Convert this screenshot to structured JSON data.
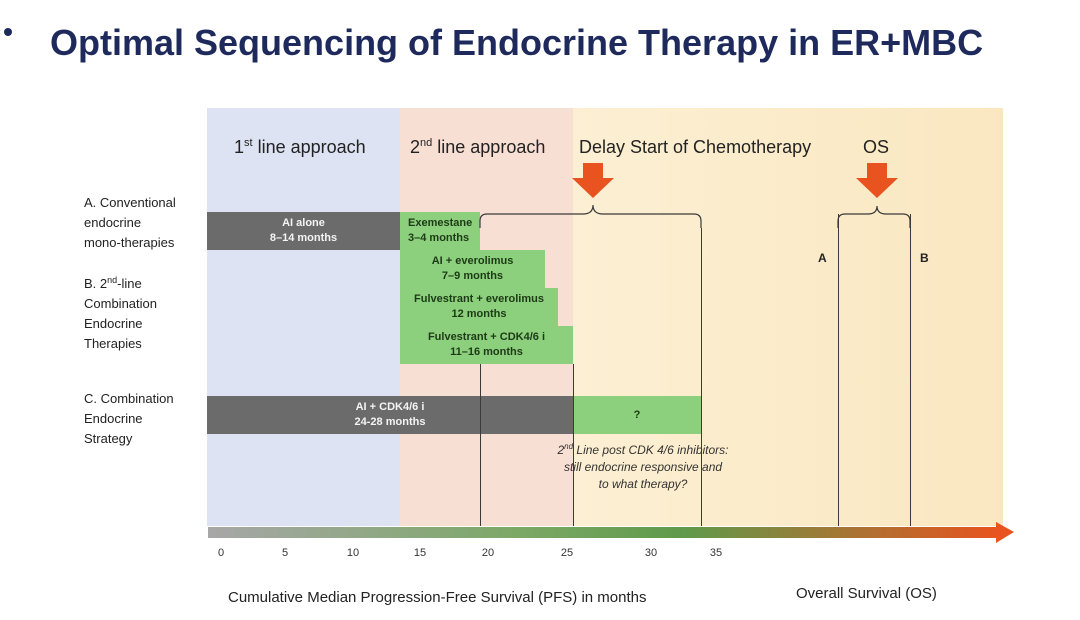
{
  "title": "Optimal Sequencing of Endocrine Therapy in ER+MBC",
  "headers": {
    "first_line_num": "1",
    "first_line_sup": "st",
    "first_line_text": " line approach",
    "second_line_num": "2",
    "second_line_sup": "nd",
    "second_line_text": " line approach",
    "delay": "Delay Start of Chemotherapy",
    "os": "OS"
  },
  "rows": {
    "a_lines": [
      "A. Conventional",
      "endocrine",
      "mono-therapies"
    ],
    "b_line1_pre": "B. 2",
    "b_line1_sup": "nd",
    "b_line1_post": "-line",
    "b_lines": [
      "Combination",
      "Endocrine",
      "Therapies"
    ],
    "c_lines": [
      "C.  Combination",
      "Endocrine",
      "Strategy"
    ]
  },
  "bars": {
    "ai_alone": [
      "AI alone",
      "8–14 months"
    ],
    "exemestane": [
      "Exemestane",
      "3–4 months"
    ],
    "ai_everolimus": [
      "AI + everolimus",
      "7–9 months"
    ],
    "fulv_everolimus": [
      "Fulvestrant + everolimus",
      "12 months"
    ],
    "fulv_cdk": [
      "Fulvestrant +  CDK4/6 i",
      "11–16 months"
    ],
    "ai_cdk": [
      "AI + CDK4/6 i",
      "24-28 months"
    ],
    "question": "?"
  },
  "note": {
    "line1_pre": "2",
    "line1_sup": "nd",
    "line1_post": " Line post CDK 4/6 inhibitors:",
    "line2": "still endocrine responsive and",
    "line3": "to what therapy?"
  },
  "axis": {
    "ticks": [
      "0",
      "5",
      "10",
      "15",
      "20",
      "25",
      "30",
      "35"
    ],
    "pfs_label": "Cumulative Median Progression-Free Survival (PFS) in months",
    "os_label": "Overall Survival (OS)"
  },
  "os_markers": {
    "a": "A",
    "b": "B"
  },
  "colors": {
    "zone1": "#dde3f2",
    "zone2": "#f8dfd4",
    "zone3": "#fcefd3",
    "gray_bar": "#6b6b6b",
    "green_bar": "#8ccf7c",
    "arrow": "#e8531f",
    "title": "#1f2a5c"
  }
}
